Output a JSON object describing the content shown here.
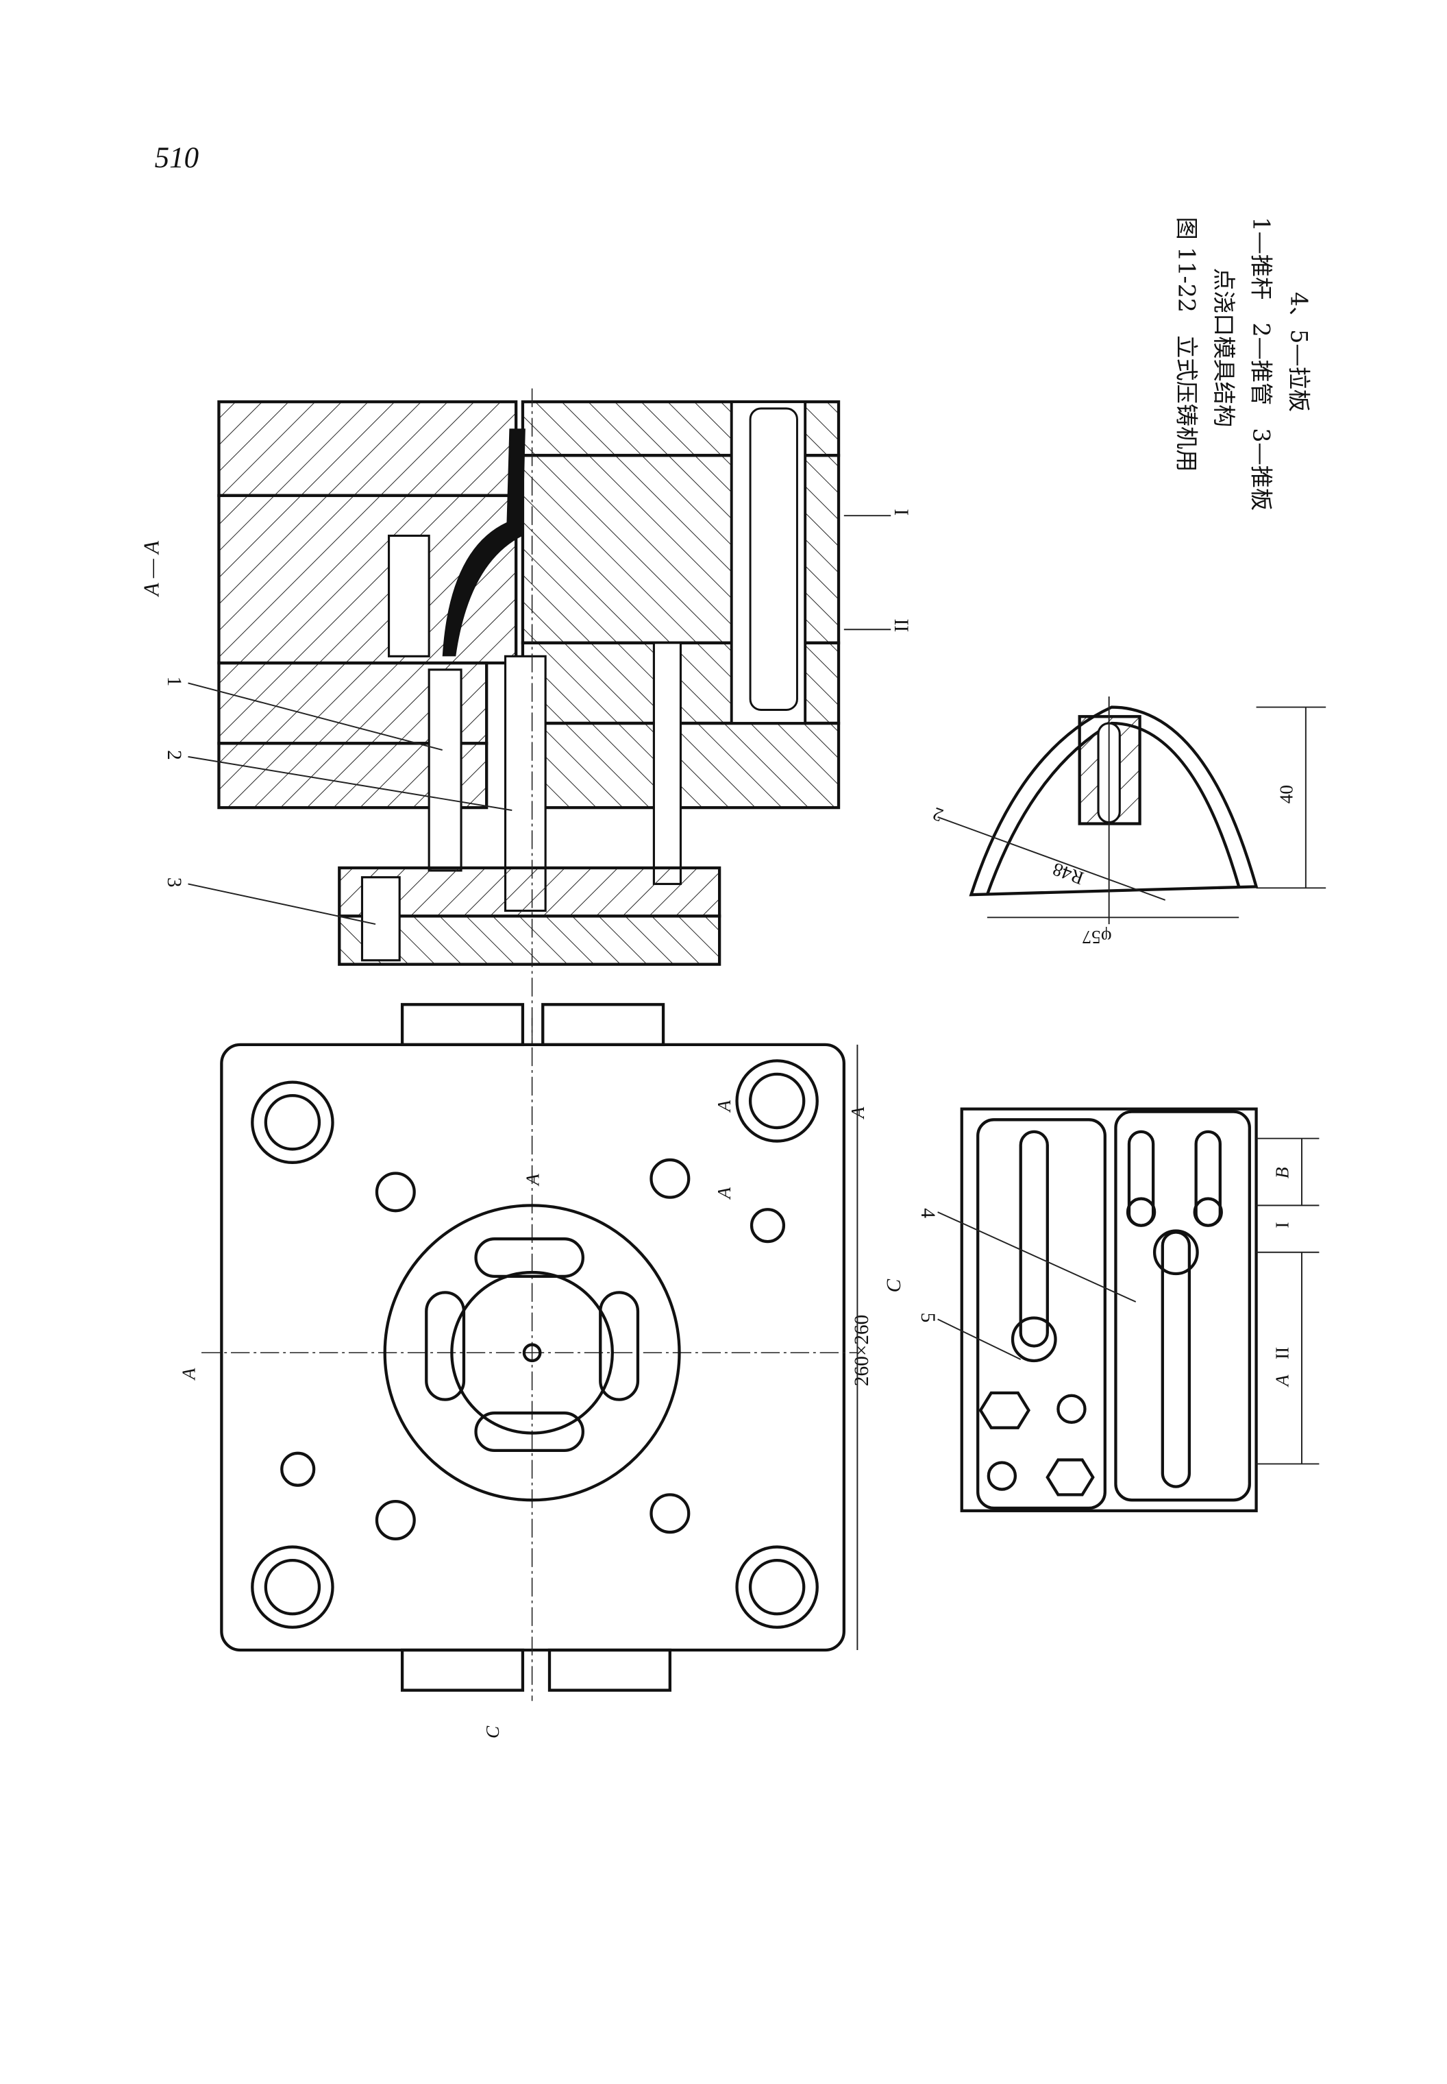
{
  "page_number": "510",
  "section_label": "A — A",
  "part_callouts": [
    "1",
    "2",
    "3",
    "4",
    "5"
  ],
  "plan_view": {
    "view_label_c": "C",
    "size_dimension": "260×260",
    "section_marks": [
      "A",
      "A",
      "A",
      "A",
      "A"
    ],
    "view_arrow": "C"
  },
  "detail_dome": {
    "height_dim": "40",
    "diameter_dim": "φ57",
    "radius_dim": "R48",
    "thickness_dim": "2"
  },
  "detail_slots": {
    "dim_a": "A",
    "dim_b": "B",
    "mark_i": "I",
    "mark_ii": "II"
  },
  "section_marks_right": [
    "I",
    "II"
  ],
  "caption": {
    "title_line1": "图 11-22　立式压铸机用",
    "title_line2": "点浇口模具结构",
    "legend_line1": "1—推杆　2—推管　3—推板",
    "legend_line2": "4、5—拉板"
  }
}
